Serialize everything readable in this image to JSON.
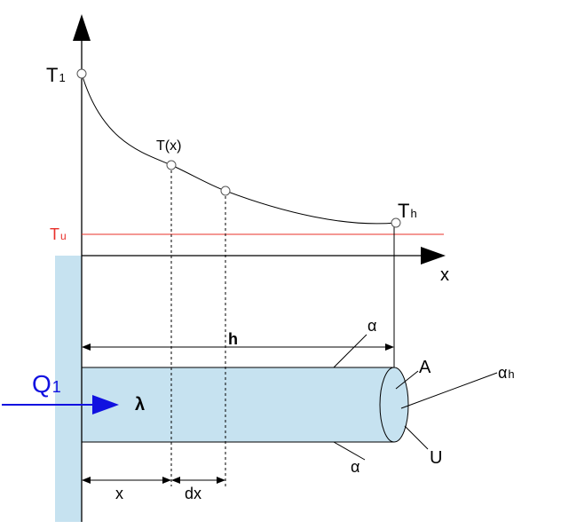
{
  "labels": {
    "t1_main": "T",
    "t1_sub": "1",
    "tx": "T(x)",
    "th_main": "T",
    "th_sub": "h",
    "tu_main": "T",
    "tu_sub": "u",
    "x_axis": "x",
    "h": "h",
    "alpha_top": "α",
    "alpha_bottom": "α",
    "a_area": "A",
    "u_perimeter": "U",
    "alpha_h_main": "α",
    "alpha_h_sub": "h",
    "q1_main": "Q",
    "q1_sub": "1",
    "lambda": "λ",
    "dim_x": "x",
    "dim_dx": "dx"
  },
  "colors": {
    "wall": "#c6e2f0",
    "rod": "#c6e2f0",
    "ambient_line": "#e8302a",
    "heat_flow": "#1111e0",
    "ink": "#000000"
  }
}
